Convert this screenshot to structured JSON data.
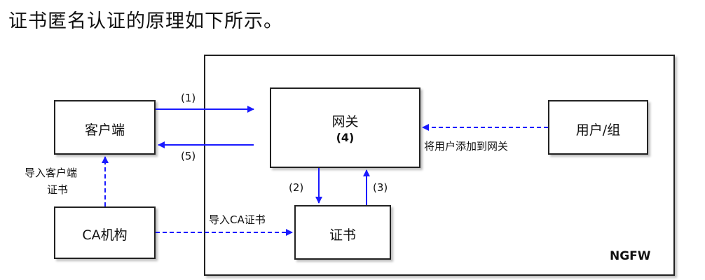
{
  "heading": "证书匿名认证的原理如下所示。",
  "nodes": {
    "client": "客户端",
    "ca": "CA机构",
    "gateway": "网关",
    "gateway_step": "(4)",
    "certificate": "证书",
    "user_group": "用户/组",
    "ngfw": "NGFW"
  },
  "edges": {
    "step1": "(1)",
    "step2": "(2)",
    "step3": "(3)",
    "step5": "(5)",
    "import_client_cert_line1": "导入客户端",
    "import_client_cert_line2": "证书",
    "import_ca_cert": "导入CA证书",
    "add_user_to_gateway": "将用户添加到网关"
  },
  "colors": {
    "arrow": "#1a1aff",
    "border": "#222222"
  }
}
